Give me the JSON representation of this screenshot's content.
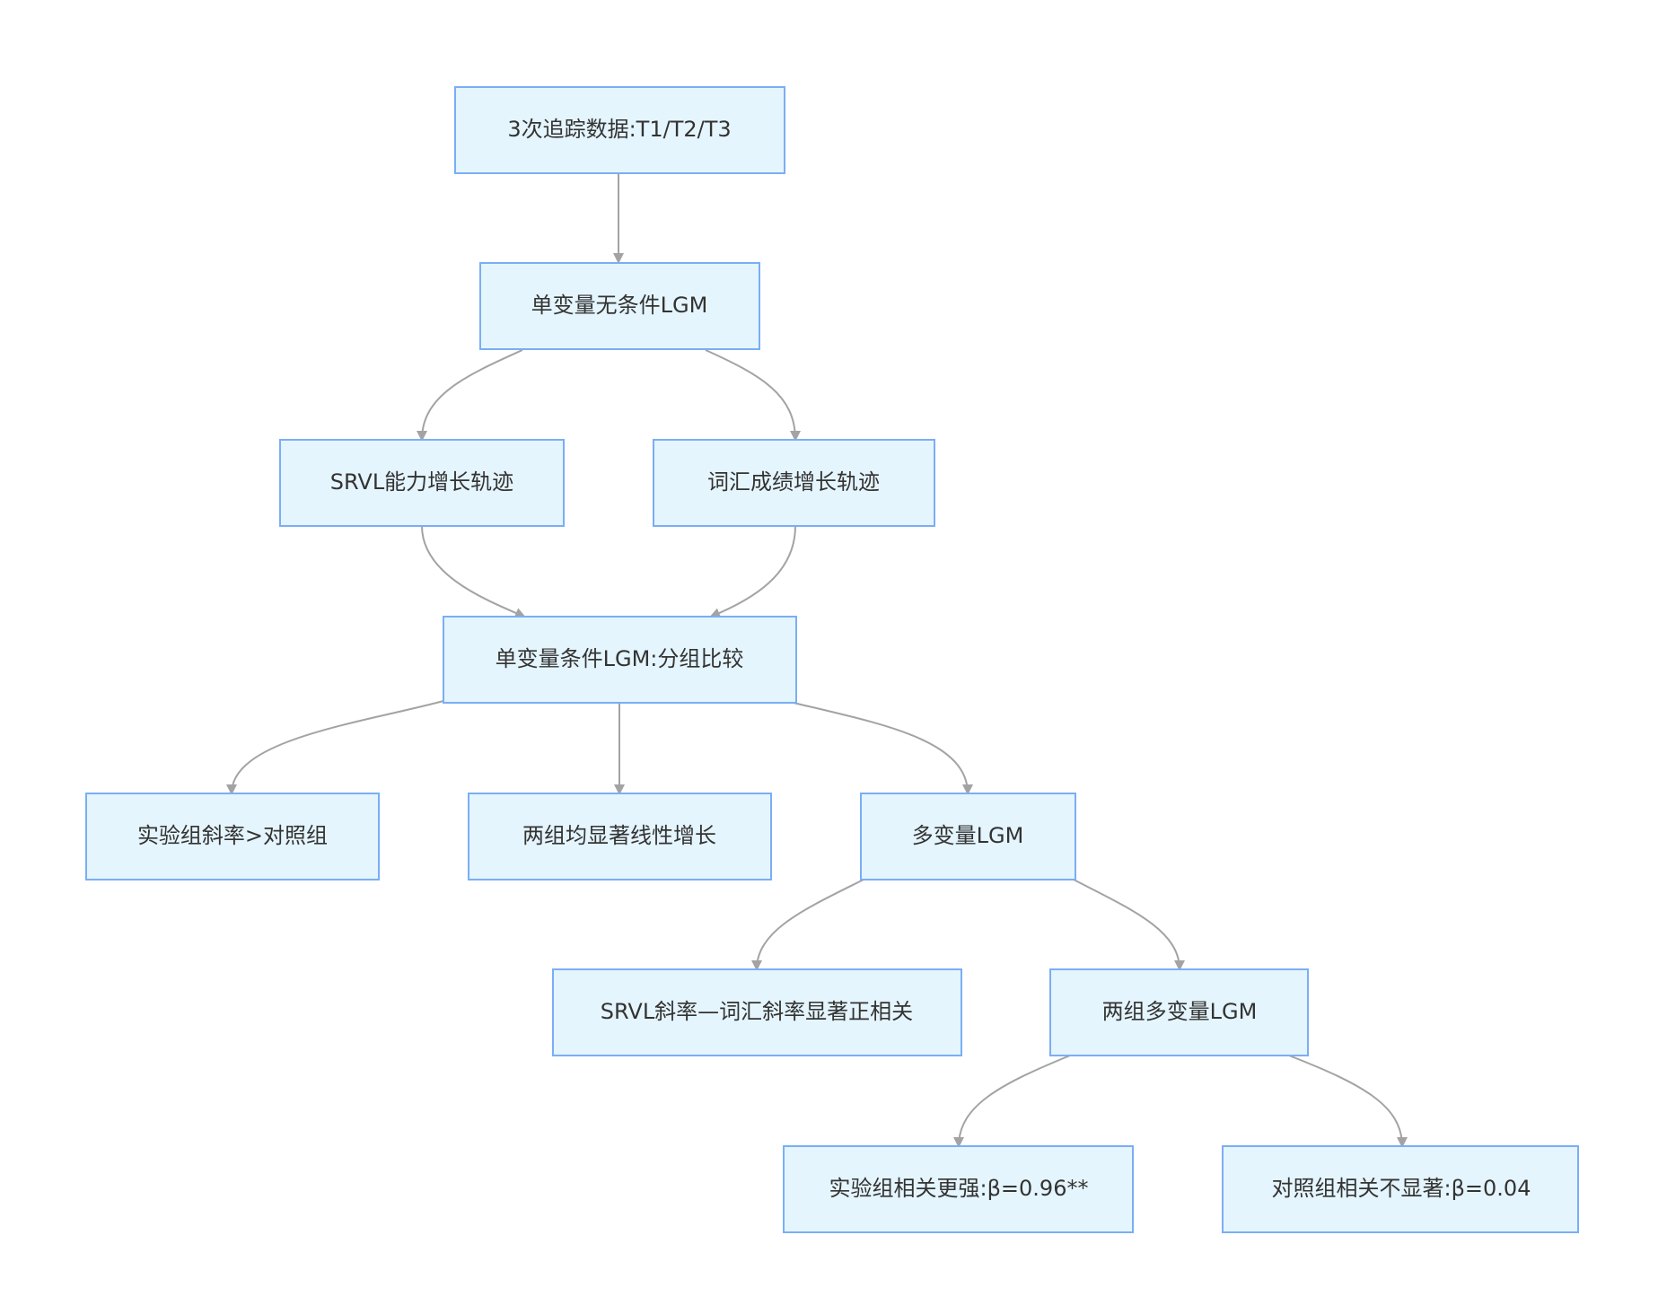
{
  "diagram": {
    "nodes": [
      {
        "id": "n1",
        "label": "3次追踪数据:T1/T2/T3"
      },
      {
        "id": "n2",
        "label": "单变量无条件LGM"
      },
      {
        "id": "n3",
        "label": "SRVL能力增长轨迹"
      },
      {
        "id": "n4",
        "label": "词汇成绩增长轨迹"
      },
      {
        "id": "n5",
        "label": "单变量条件LGM:分组比较"
      },
      {
        "id": "n6",
        "label": "实验组斜率>对照组"
      },
      {
        "id": "n7",
        "label": "两组均显著线性增长"
      },
      {
        "id": "n8",
        "label": "多变量LGM"
      },
      {
        "id": "n9",
        "label": "SRVL斜率—词汇斜率显著正相关"
      },
      {
        "id": "n10",
        "label": "两组多变量LGM"
      },
      {
        "id": "n11",
        "label": "实验组相关更强:β=0.96**"
      },
      {
        "id": "n12",
        "label": "对照组相关不显著:β=0.04"
      }
    ],
    "edges": [
      {
        "from": "n1",
        "to": "n2"
      },
      {
        "from": "n2",
        "to": "n3"
      },
      {
        "from": "n2",
        "to": "n4"
      },
      {
        "from": "n3",
        "to": "n5"
      },
      {
        "from": "n4",
        "to": "n5"
      },
      {
        "from": "n5",
        "to": "n6"
      },
      {
        "from": "n5",
        "to": "n7"
      },
      {
        "from": "n5",
        "to": "n8"
      },
      {
        "from": "n8",
        "to": "n9"
      },
      {
        "from": "n8",
        "to": "n10"
      },
      {
        "from": "n10",
        "to": "n11"
      },
      {
        "from": "n10",
        "to": "n12"
      }
    ],
    "colors": {
      "node_fill": "#e5f5fd",
      "node_stroke": "#7aaef5",
      "edge": "#a3a3a3",
      "text": "#333333"
    }
  }
}
